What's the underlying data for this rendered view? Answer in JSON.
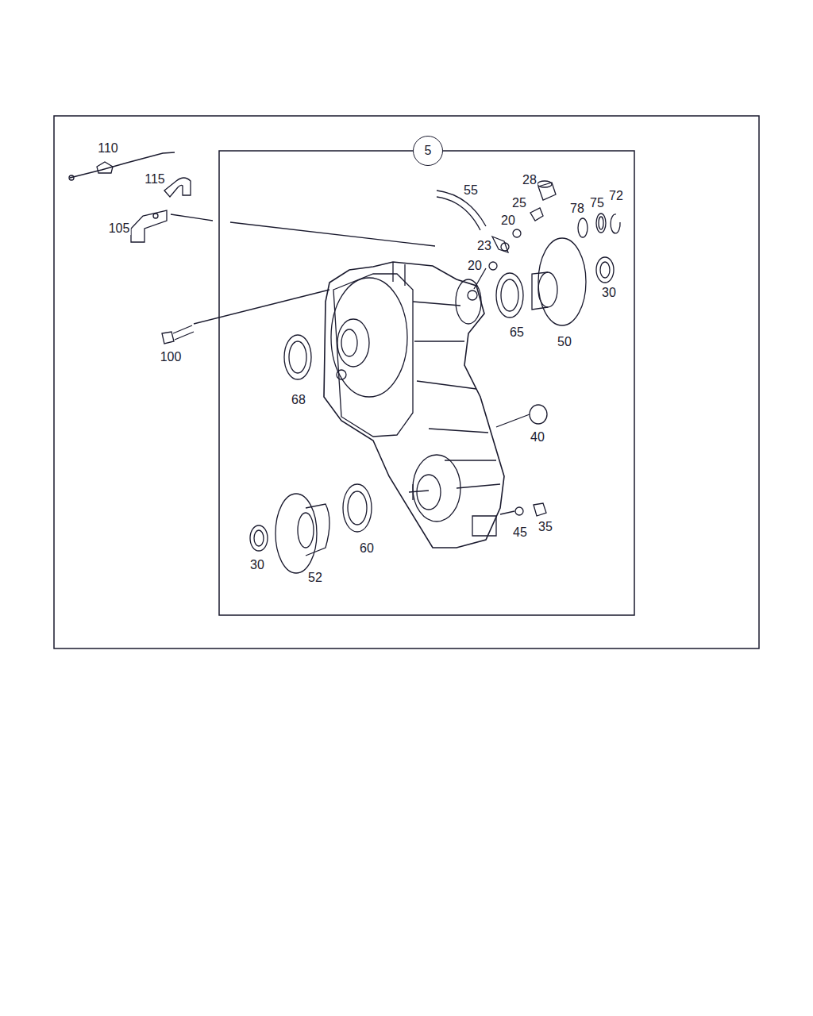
{
  "diagram": {
    "nodes": [
      {
        "text": [
          "5"
        ]
      }
    ],
    "labels": [
      "110",
      "115",
      "105",
      "100",
      "55",
      "28",
      "25",
      "20",
      "23",
      "20",
      "78",
      "75",
      "72",
      "30",
      "65",
      "50",
      "68",
      "40",
      "45",
      "35",
      "30",
      "52",
      "60"
    ]
  }
}
